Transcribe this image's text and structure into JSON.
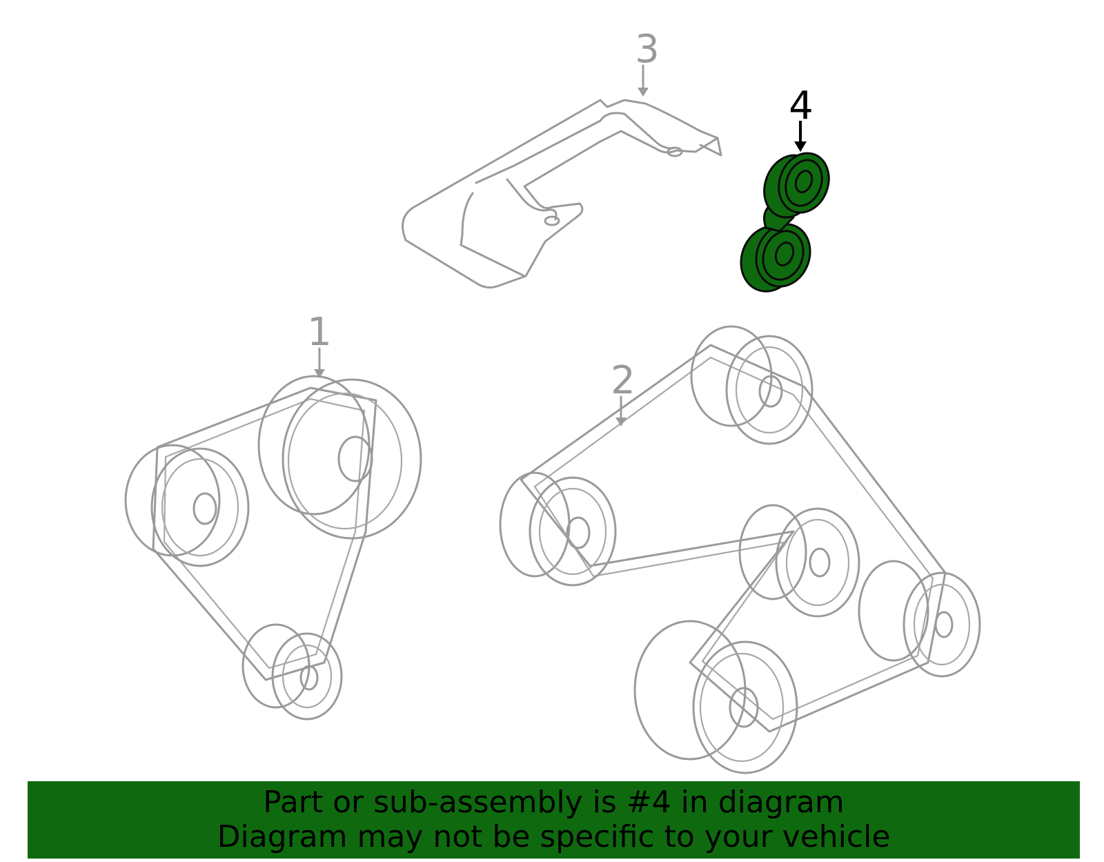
{
  "callouts": {
    "c1": "1",
    "c2": "2",
    "c3": "3",
    "c4": "4"
  },
  "highlight_part": "4",
  "colors": {
    "highlight": "#0f6a0f",
    "parts": "#9a9a9a",
    "banner_bg": "#0f6a0f",
    "banner_text": "#000000"
  },
  "banner": {
    "line1": "Part or sub-assembly is #4 in diagram",
    "line2": "Diagram may not be specific to your vehicle"
  }
}
